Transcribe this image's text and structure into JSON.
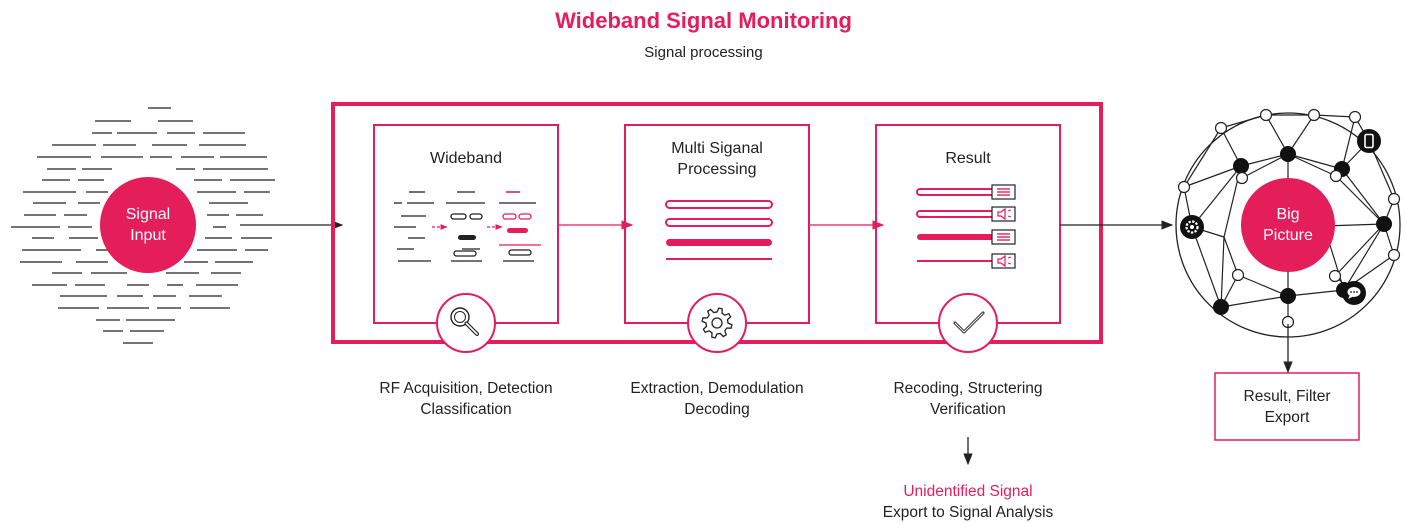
{
  "header": {
    "title": "Wideband Signal Monitoring",
    "subtitle": "Signal processing"
  },
  "input": {
    "line1": "Signal",
    "line2": "Input"
  },
  "stages": [
    {
      "title_lines": [
        "Wideband"
      ],
      "caption_lines": [
        "RF Acquisition, Detection",
        "Classification"
      ],
      "icon": "magnifier-icon"
    },
    {
      "title_lines": [
        "Multi Siganal",
        "Processing"
      ],
      "caption_lines": [
        "Extraction, Demodulation",
        "Decoding"
      ],
      "icon": "gear-icon"
    },
    {
      "title_lines": [
        "Result"
      ],
      "caption_lines": [
        "Recoding, Structering",
        "Verification"
      ],
      "icon": "checkmark-icon"
    }
  ],
  "unidentified": {
    "line1": "Unidentified Signal",
    "line2": "Export to Signal Analysis"
  },
  "output": {
    "line1": "Big",
    "line2": "Picture"
  },
  "result_box": {
    "line1": "Result, Filter",
    "line2": "Export"
  },
  "colors": {
    "accent": "#e31e5b",
    "line": "#222222",
    "node": "#111111"
  },
  "network_icons": [
    "settings-icon",
    "phone-icon",
    "chat-icon"
  ]
}
